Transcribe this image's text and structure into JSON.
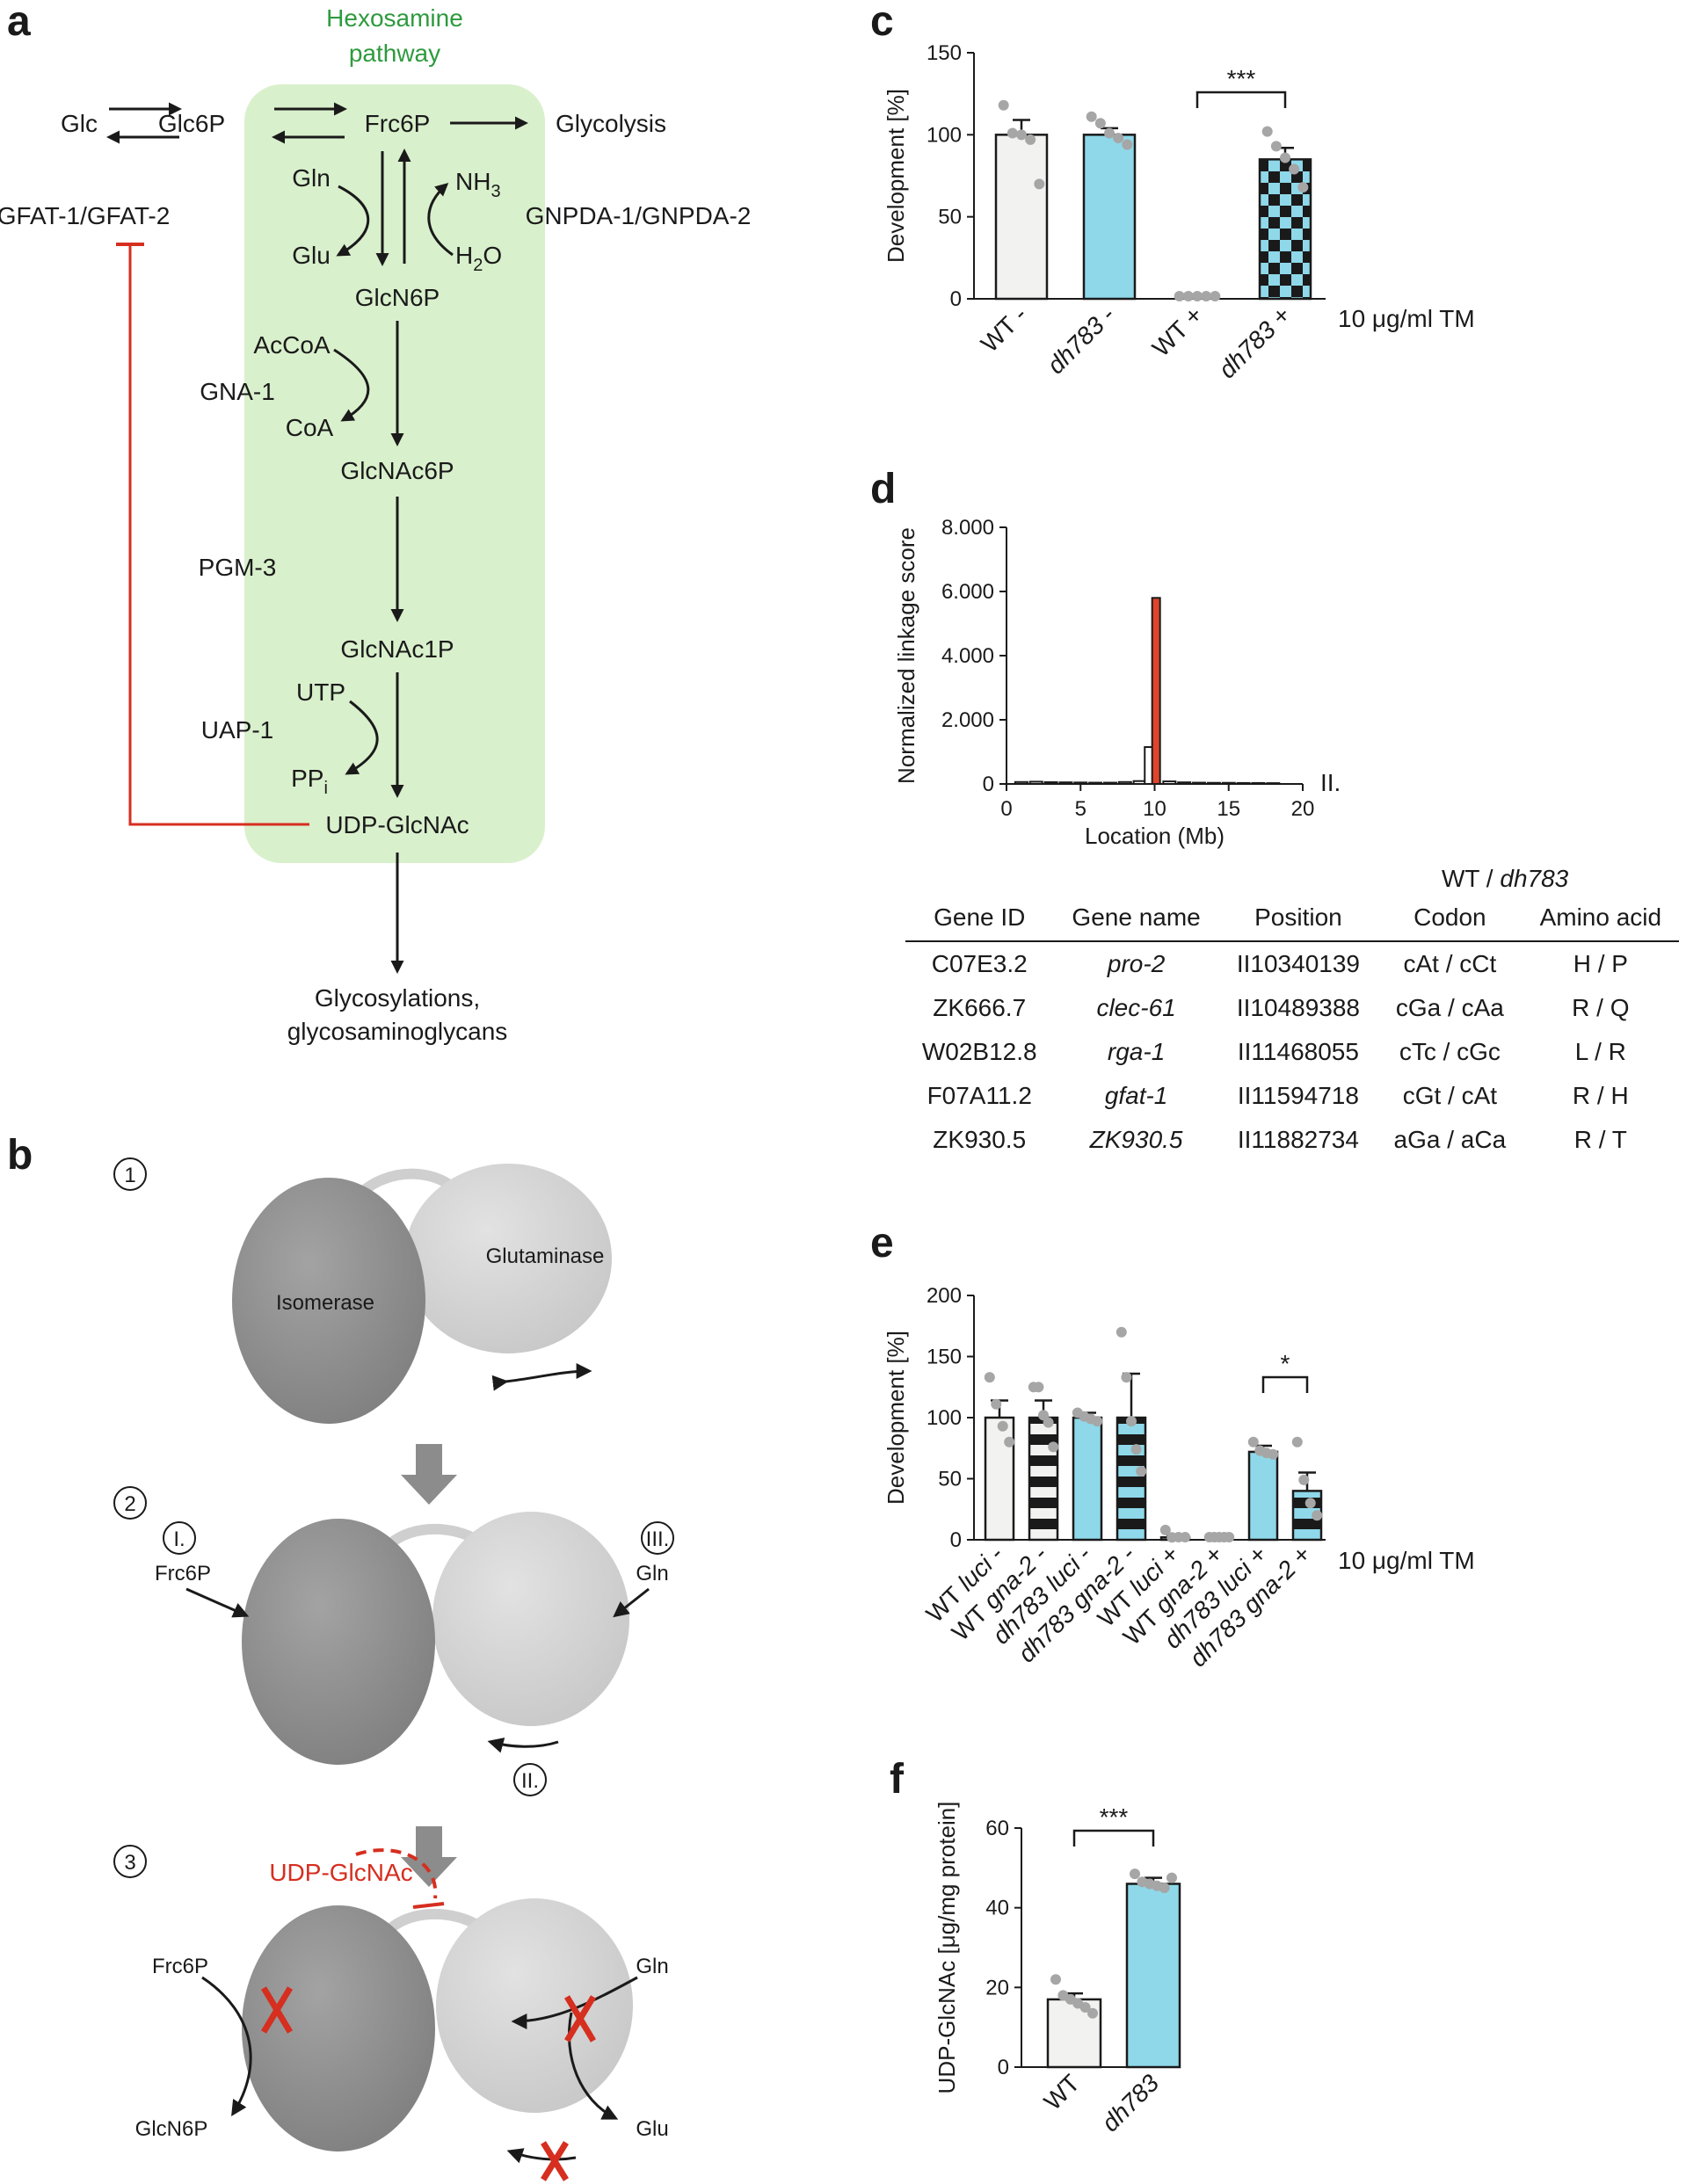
{
  "panels": {
    "a": "a",
    "b": "b",
    "c": "c",
    "d": "d",
    "e": "e",
    "f": "f"
  },
  "pathway": {
    "title_line1": "Hexosamine",
    "title_line2": "pathway",
    "nodes": {
      "glc": "Glc",
      "glc6p": "Glc6P",
      "frc6p": "Frc6P",
      "glycolysis": "Glycolysis",
      "gln": "Gln",
      "glu": "Glu",
      "nh3": "NH",
      "nh3_sub": "3",
      "h2o_h": "H",
      "h2o_sub": "2",
      "h2o_o": "O",
      "glcn6p": "GlcN6P",
      "accoa": "AcCoA",
      "coa": "CoA",
      "glcnac6p": "GlcNAc6P",
      "glcnac1p": "GlcNAc1P",
      "utp": "UTP",
      "ppi": "PP",
      "ppi_sub": "i",
      "udpglcnac": "UDP-GlcNAc",
      "products_line1": "Glycosylations,",
      "products_line2": "glycosaminoglycans"
    },
    "enzymes": {
      "gfat": "GFAT-1/GFAT-2",
      "gnpda": "GNPDA-1/GNPDA-2",
      "gna": "GNA-1",
      "pgm": "PGM-3",
      "uap": "UAP-1"
    },
    "colors": {
      "box": "#d9f0cc",
      "title": "#2e9a3e",
      "inhibit": "#d62e1f"
    }
  },
  "schematic": {
    "steps": [
      "1",
      "2",
      "3"
    ],
    "isomerase": "Isomerase",
    "glutaminase": "Glutaminase",
    "step2": {
      "frc6p": "Frc6P",
      "gln": "Gln",
      "c1": "I.",
      "c2": "II.",
      "c3": "III."
    },
    "step3": {
      "udpglcnac": "UDP-GlcNAc",
      "frc6p": "Frc6P",
      "glcn6p": "GlcN6P",
      "gln": "Gln",
      "glu": "Glu"
    },
    "icons": [
      "x-mark-icon",
      "curved-arrow-icon",
      "down-arrow-icon"
    ]
  },
  "tm_label": "10 μg/ml TM",
  "chart_data": [
    {
      "panel": "c",
      "type": "bar",
      "ylabel": "Development [%]",
      "ylim": [
        0,
        150
      ],
      "yticks": [
        0,
        50,
        100,
        150
      ],
      "categories": [
        {
          "strain": "WT",
          "cond": "-"
        },
        {
          "strain": "dh783",
          "cond": "-"
        },
        {
          "strain": "WT",
          "cond": "+"
        },
        {
          "strain": "dh783",
          "cond": "+"
        }
      ],
      "values": [
        100,
        100,
        0,
        85
      ],
      "errors": [
        9,
        4,
        0,
        7
      ],
      "points": [
        [
          118,
          101,
          100,
          97,
          70
        ],
        [
          111,
          107,
          101,
          98,
          94
        ],
        [
          0,
          0,
          0,
          0,
          0
        ],
        [
          102,
          93,
          86,
          79,
          68
        ]
      ],
      "patterns": [
        "white",
        "cyan",
        "white",
        "checker"
      ],
      "significance": [
        {
          "from": 2,
          "to": 3,
          "label": "***"
        }
      ]
    },
    {
      "panel": "d",
      "type": "bar",
      "ylabel": "Normalized linkage score",
      "xlabel": "Location (Mb)",
      "chromosome": "II.",
      "xlim": [
        0,
        20
      ],
      "ylim": [
        0,
        8000
      ],
      "yticks": [
        0,
        2000,
        4000,
        6000,
        8000
      ],
      "ytick_labels": [
        "0",
        "2.000",
        "4.000",
        "6.000",
        "8.000"
      ],
      "xticks": [
        0,
        5,
        10,
        15,
        20
      ],
      "bars": [
        {
          "x": 9.6,
          "value": 1150,
          "highlight": false
        },
        {
          "x": 10.1,
          "value": 5800,
          "highlight": true
        }
      ],
      "baseline_bars": [
        {
          "x": 1,
          "value": 60
        },
        {
          "x": 2,
          "value": 70
        },
        {
          "x": 3,
          "value": 55
        },
        {
          "x": 4,
          "value": 50
        },
        {
          "x": 5,
          "value": 45
        },
        {
          "x": 6,
          "value": 40
        },
        {
          "x": 7,
          "value": 40
        },
        {
          "x": 8,
          "value": 60
        },
        {
          "x": 9,
          "value": 90
        },
        {
          "x": 11,
          "value": 80
        },
        {
          "x": 12,
          "value": 50
        },
        {
          "x": 13,
          "value": 40
        },
        {
          "x": 14,
          "value": 35
        },
        {
          "x": 15,
          "value": 35
        },
        {
          "x": 16,
          "value": 30
        },
        {
          "x": 17,
          "value": 30
        },
        {
          "x": 18,
          "value": 25
        }
      ],
      "highlight_color": "#e0452b"
    },
    {
      "panel": "e",
      "type": "bar",
      "ylabel": "Development [%]",
      "ylim": [
        0,
        200
      ],
      "yticks": [
        0,
        50,
        100,
        150,
        200
      ],
      "categories": [
        {
          "strain": "WT",
          "rnai": "luci",
          "cond": "-"
        },
        {
          "strain": "WT",
          "rnai": "gna-2",
          "cond": "-"
        },
        {
          "strain": "dh783",
          "rnai": "luci",
          "cond": "-"
        },
        {
          "strain": "dh783",
          "rnai": "gna-2",
          "cond": "-"
        },
        {
          "strain": "WT",
          "rnai": "luci",
          "cond": "+"
        },
        {
          "strain": "WT",
          "rnai": "gna-2",
          "cond": "+"
        },
        {
          "strain": "dh783",
          "rnai": "luci",
          "cond": "+"
        },
        {
          "strain": "dh783",
          "rnai": "gna-2",
          "cond": "+"
        }
      ],
      "values": [
        100,
        100,
        100,
        100,
        2,
        0,
        72,
        40
      ],
      "errors": [
        14,
        14,
        4,
        36,
        2,
        0,
        5,
        15
      ],
      "points": [
        [
          133,
          111,
          93,
          80
        ],
        [
          125,
          125,
          102,
          96,
          76
        ],
        [
          104,
          101,
          99,
          97
        ],
        [
          170,
          133,
          97,
          74,
          56
        ],
        [
          8,
          2,
          0,
          0
        ],
        [
          0,
          0,
          0,
          0,
          0
        ],
        [
          80,
          73,
          71,
          70
        ],
        [
          80,
          49,
          30,
          20
        ]
      ],
      "patterns": [
        "white",
        "stripes-white",
        "cyan",
        "stripes-cyan",
        "white",
        "stripes-white",
        "cyan",
        "stripes-cyan"
      ],
      "significance": [
        {
          "from": 6,
          "to": 7,
          "label": "*"
        }
      ]
    },
    {
      "panel": "f",
      "type": "bar",
      "ylabel": "UDP-GlcNAc [μg/mg protein]",
      "ylim": [
        0,
        60
      ],
      "yticks": [
        0,
        20,
        40,
        60
      ],
      "categories": [
        "WT",
        "dh783"
      ],
      "values": [
        17,
        46
      ],
      "errors": [
        1.5,
        1.5
      ],
      "points": [
        [
          22,
          18,
          17,
          16,
          15,
          13.5
        ],
        [
          48.5,
          46.5,
          46,
          45.5,
          45,
          47.5
        ]
      ],
      "patterns": [
        "white",
        "cyan"
      ],
      "significance": [
        {
          "from": 0,
          "to": 1,
          "label": "***"
        }
      ]
    }
  ],
  "gene_table": {
    "group_header": "WT / ",
    "group_header_ital": "dh783",
    "headers": [
      "Gene ID",
      "Gene name",
      "Position",
      "Codon",
      "Amino acid"
    ],
    "rows": [
      {
        "id": "C07E3.2",
        "name": "pro-2",
        "pos": "II10340139",
        "codon": "cAt / cCt",
        "aa": "H / P"
      },
      {
        "id": "ZK666.7",
        "name": "clec-61",
        "pos": "II10489388",
        "codon": "cGa / cAa",
        "aa": "R / Q"
      },
      {
        "id": "W02B12.8",
        "name": "rga-1",
        "pos": "II11468055",
        "codon": "cTc / cGc",
        "aa": "L / R"
      },
      {
        "id": "F07A11.2",
        "name": "gfat-1",
        "pos": "II11594718",
        "codon": "cGt / cAt",
        "aa": "R / H"
      },
      {
        "id": "ZK930.5",
        "name": "ZK930.5",
        "pos": "II11882734",
        "codon": "aGa / aCa",
        "aa": "R / T"
      }
    ]
  },
  "colors": {
    "cyan": "#8ed8e9",
    "white_bar": "#f2f2f0",
    "dot": "#a6a6a6",
    "isomerase": "#8f8f8f",
    "glutaminase": "#d6d6d6",
    "red": "#d62e1f"
  }
}
